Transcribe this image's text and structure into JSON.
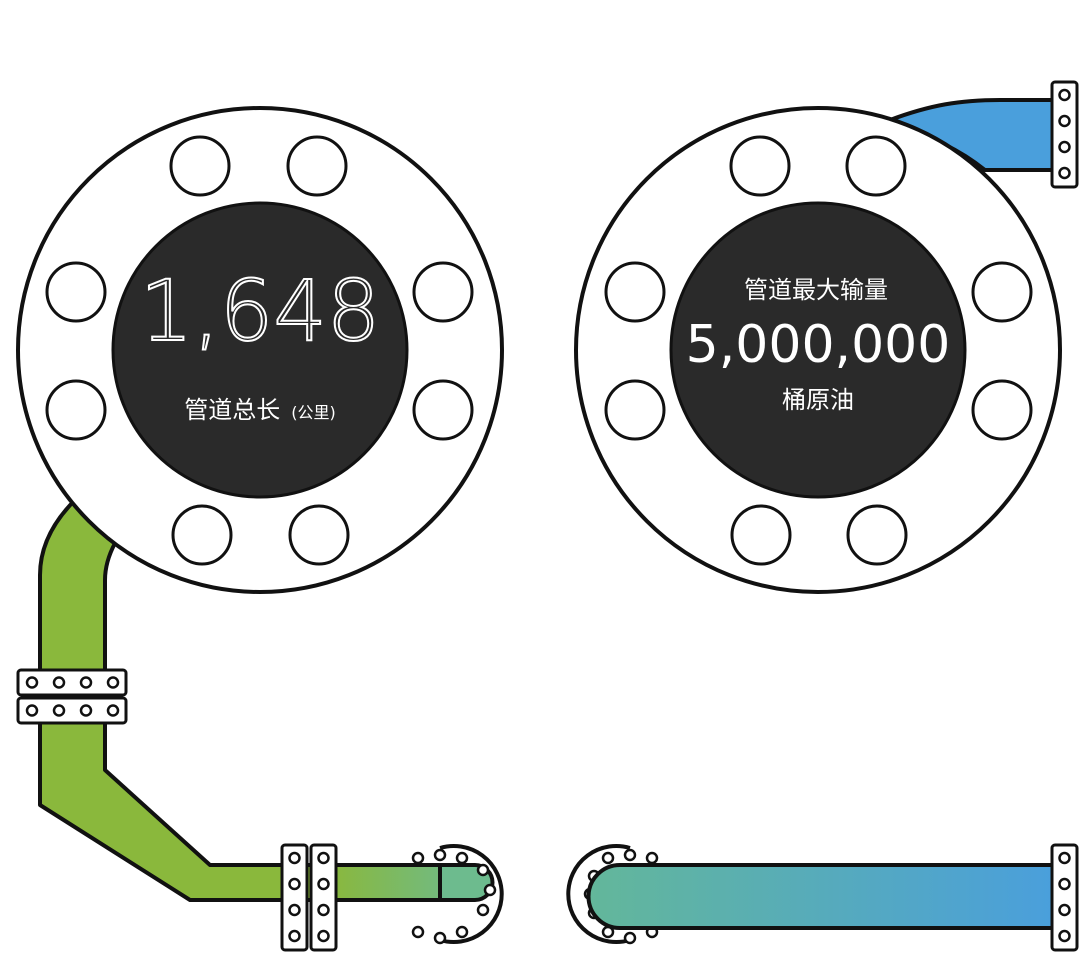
{
  "colors": {
    "green": "#8ab83c",
    "blue": "#4a9fdc",
    "teal_mid": "#6dbb8e",
    "gauge_center": "#2a2a2a",
    "outline": "#111111",
    "text_light": "#ffffff"
  },
  "stat_length": {
    "value": "1,648",
    "label": "管道总长",
    "unit": "(公里)"
  },
  "stat_capacity": {
    "label": "管道最大输量",
    "value": "5,000,000",
    "unit": "桶原油"
  }
}
